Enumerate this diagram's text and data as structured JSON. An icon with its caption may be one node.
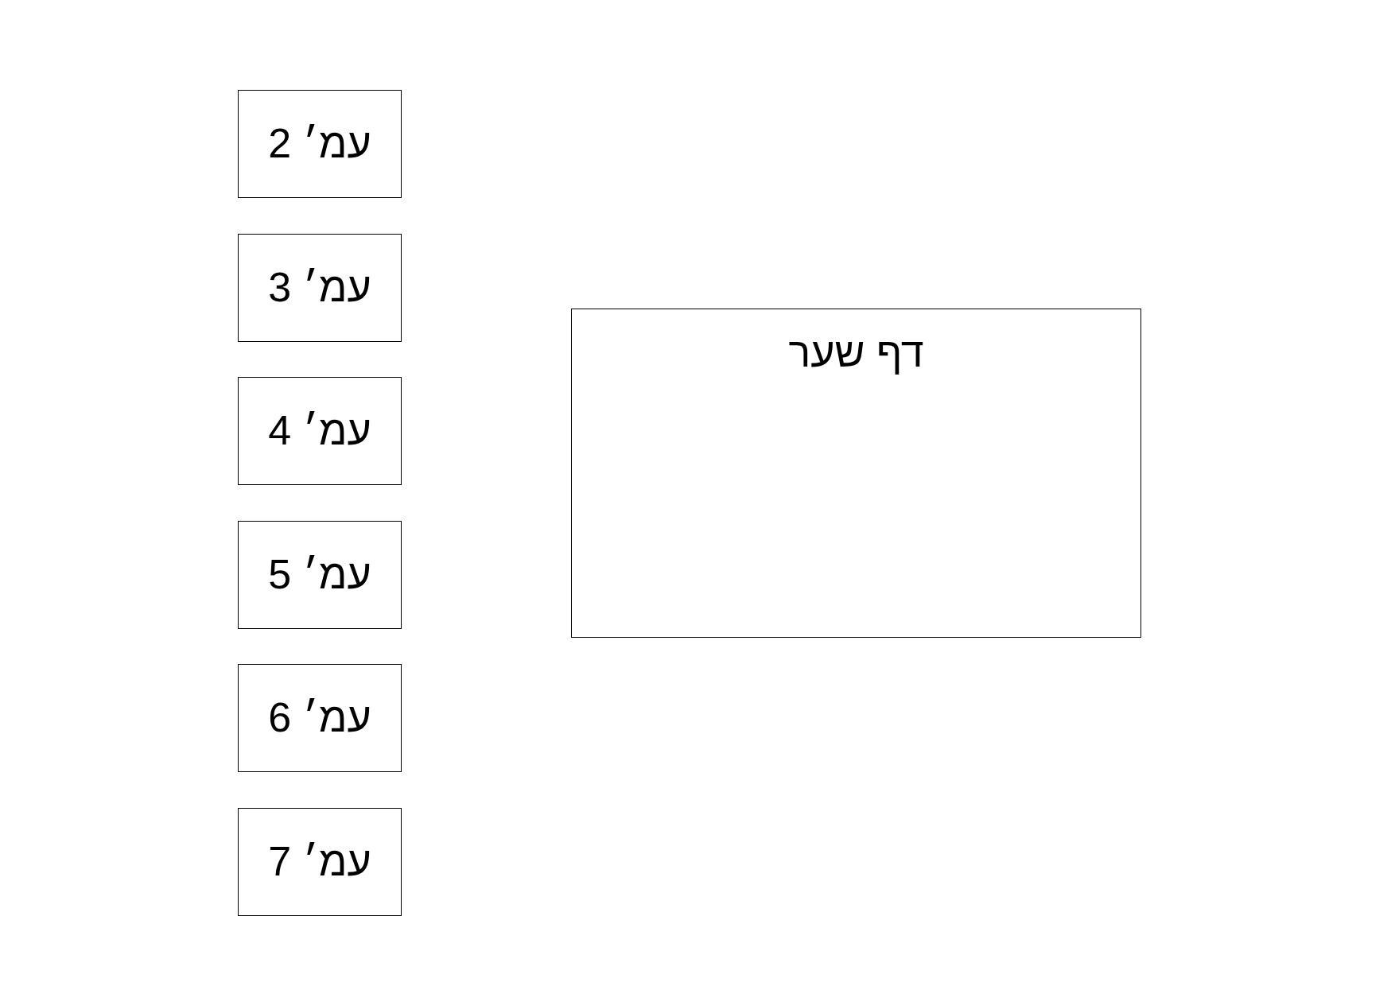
{
  "diagram": {
    "nodes": [
      {
        "text": [
          "דף שער"
        ]
      },
      {
        "text": [
          "עמ׳ 2"
        ]
      },
      {
        "text": [
          "עמ׳ 3"
        ]
      },
      {
        "text": [
          "עמ׳ 4"
        ]
      },
      {
        "text": [
          "עמ׳ 5"
        ]
      },
      {
        "text": [
          "עמ׳ 6"
        ]
      },
      {
        "text": [
          "עמ׳ 7"
        ]
      }
    ]
  }
}
